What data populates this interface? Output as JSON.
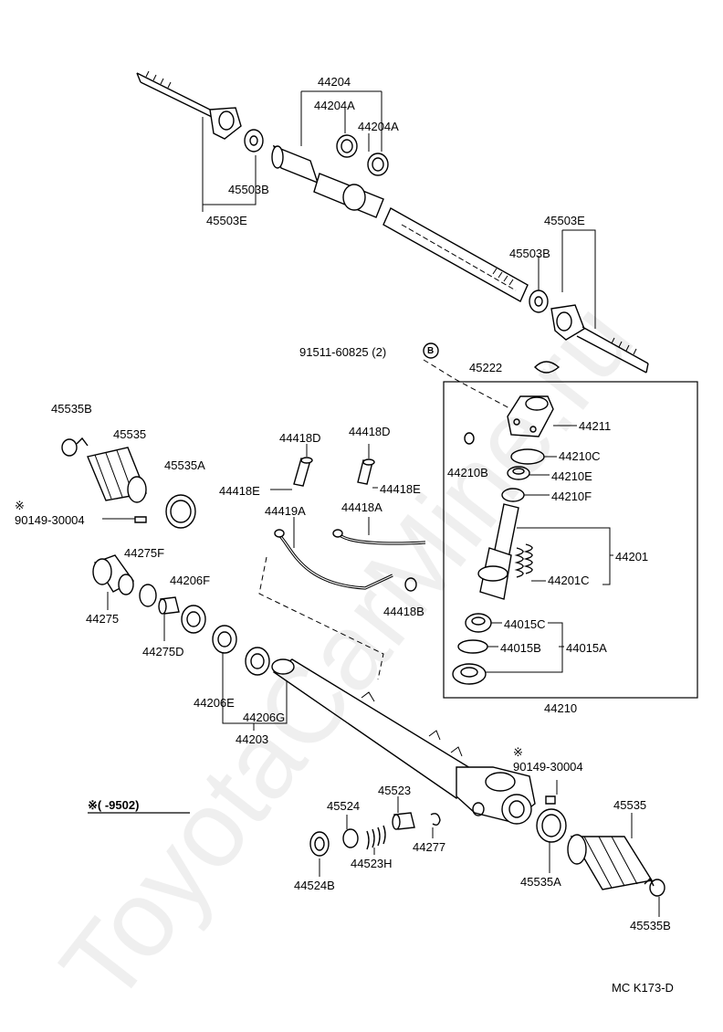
{
  "labels": {
    "p44204": "44204",
    "p44204a_1": "44204A",
    "p44204a_2": "44204A",
    "p45503b_l": "45503B",
    "p45503e_l": "45503E",
    "p45503e_r": "45503E",
    "p45503b_r": "45503B",
    "p91511": "91511-60825 (2)",
    "p45222": "45222",
    "p45535b_t": "45535B",
    "p45535_t": "45535",
    "p45535a_t": "45535A",
    "p90149_l": "90149-30004",
    "p44418d_1": "44418D",
    "p44418d_2": "44418D",
    "p44418e_1": "44418E",
    "p44418e_2": "44418E",
    "p44419a": "44419A",
    "p44418a": "44418A",
    "p44418b": "44418B",
    "p44211": "44211",
    "p44210c": "44210C",
    "p44210b": "44210B",
    "p44210e": "44210E",
    "p44210f": "44210F",
    "p44201": "44201",
    "p44201c": "44201C",
    "p44015c": "44015C",
    "p44015b": "44015B",
    "p44015a": "44015A",
    "p44210": "44210",
    "p44275f": "44275F",
    "p44206f": "44206F",
    "p44275": "44275",
    "p44275d": "44275D",
    "p44206e": "44206E",
    "p44206g": "44206G",
    "p44203": "44203",
    "p90149_r": "90149-30004",
    "p45523": "45523",
    "p45524": "45524",
    "p44277": "44277",
    "p44523h": "44523H",
    "p44524b": "44524B",
    "p45535_b": "45535",
    "p45535a_b": "45535A",
    "p45535b_b": "45535B",
    "note": "※(    -9502)"
  },
  "marks": {
    "star_l": "※",
    "star_r": "※",
    "bolt_b": "B"
  },
  "footer": "MC  K173-D",
  "watermark": "ToyotaCarMine.ru"
}
